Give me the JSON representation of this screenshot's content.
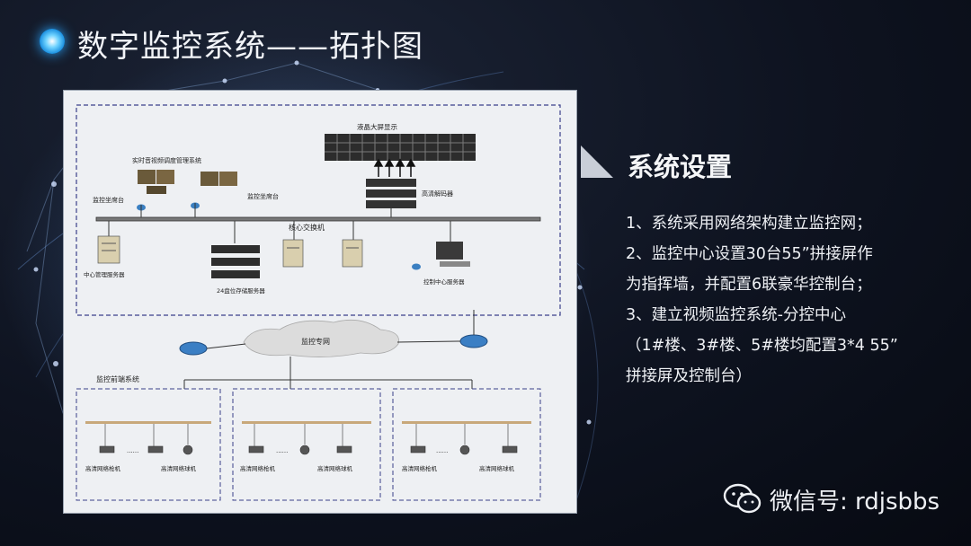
{
  "header": {
    "title": "数字监控系统——拓扑图"
  },
  "diagram": {
    "labels": {
      "lcd_wall": "液晶大屏显示",
      "av_mgmt": "实时音视频调度管理系统",
      "seat_left": "监控坐席台",
      "seat_right": "监控坐席台",
      "decoder": "高清解码器",
      "core_switch": "核心交换机",
      "center_server": "中心管理服务器",
      "storage": "24盘位存储服务器",
      "control_server": "控制中心服务器",
      "private_net": "监控专网",
      "frontend": "监控前端系统",
      "bullet_cam": "高清网络枪机",
      "dome_cam": "高清网络球机"
    }
  },
  "side": {
    "section_title": "系统设置",
    "items": [
      "1、系统采用网络架构建立监控网；",
      "2、监控中心设置30台55”拼接屏作",
      "为指挥墙，并配置6联豪华控制台；",
      "3、建立视频监控系统-分控中心",
      "（1#楼、3#楼、5#楼均配置3*4 55”",
      "拼接屏及控制台）"
    ]
  },
  "footer": {
    "wechat": "微信号: rdjsbbs"
  }
}
